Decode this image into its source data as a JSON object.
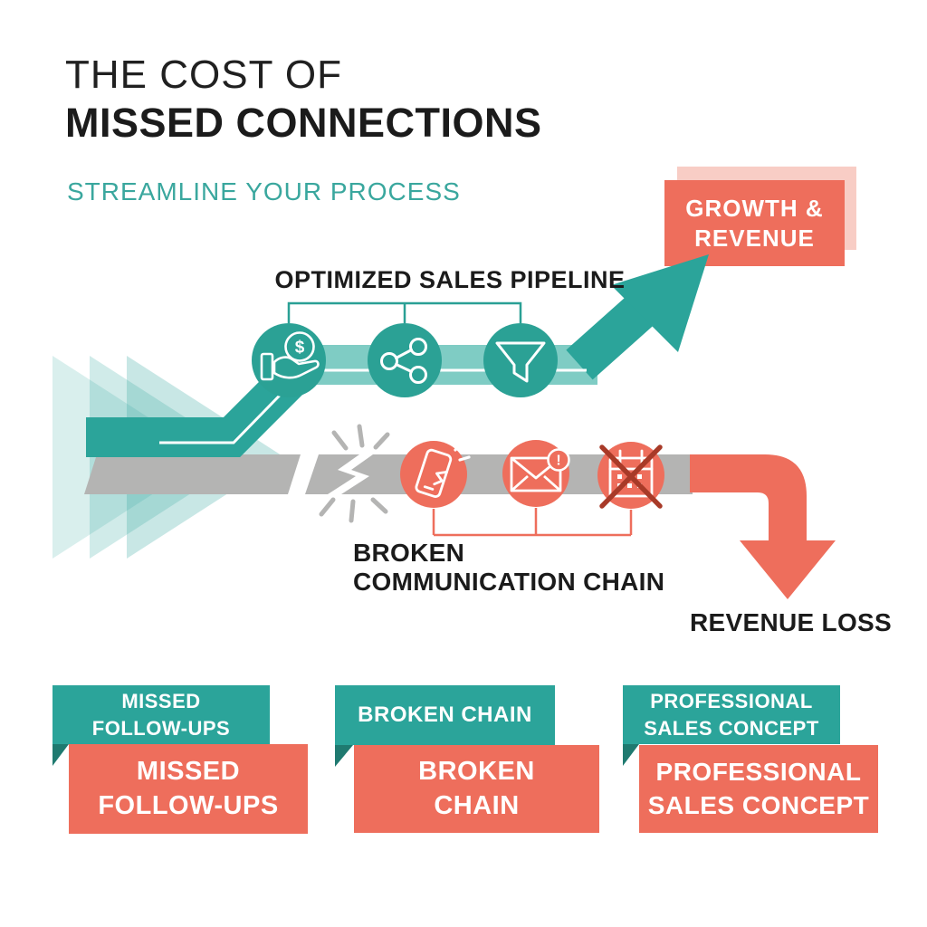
{
  "header": {
    "title_line1": "THE COST OF",
    "title_line2": "MISSED CONNECTIONS",
    "subtitle": "STREAMLINE YOUR PROCESS"
  },
  "pipeline": {
    "label": "OPTIMIZED SALES PIPELINE",
    "outcome": "GROWTH &\nREVENUE",
    "icons": [
      "hand-dollar-icon",
      "share-icon",
      "funnel-icon"
    ]
  },
  "broken": {
    "label": "BROKEN\nCOMMUNICATION CHAIN",
    "outcome": "REVENUE LOSS",
    "icons": [
      "cracked-phone-icon",
      "email-alert-icon",
      "cancelled-calendar-icon"
    ]
  },
  "glyphs": {
    "dollar": "$",
    "alert": "!"
  },
  "tags": [
    {
      "teal": "MISSED\nFOLLOW-UPS",
      "red": "MISSED\nFOLLOW-UPS"
    },
    {
      "teal": "BROKEN CHAIN",
      "red": "BROKEN\nCHAIN"
    },
    {
      "teal": "PROFESSIONAL\nSALES CONCEPT",
      "red": "PROFESSIONAL\nSALES CONCEPT"
    }
  ],
  "colors": {
    "teal": "#2ba49a",
    "teal_light_band": "#7fccc4",
    "teal_dark_fold": "#1f7a70",
    "red": "#ee6e5c",
    "pink_shadow": "#f8cdc5",
    "dark_red_x": "#a83a28",
    "gray_band": "#b4b4b3",
    "text_dark": "#1b1b1b",
    "subtitle_teal": "#3aa79e"
  }
}
